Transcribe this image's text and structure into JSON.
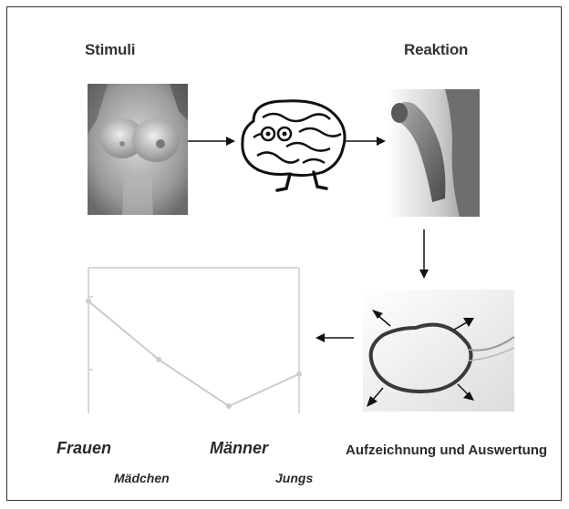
{
  "headings": {
    "stimuli": "Stimuli",
    "reaktion": "Reaktion"
  },
  "caption": "Aufzeichnung und Auswertung",
  "groups": {
    "frauen": "Frauen",
    "maenner": "Männer",
    "maedchen": "Mädchen",
    "jungs": "Jungs"
  },
  "colors": {
    "frame": "#333333",
    "arrow": "#111111",
    "plot_line": "#cccccc",
    "ring": "#3a3a3a"
  },
  "icons": [
    "brain-icon",
    "arrow-right-icon",
    "arrow-down-icon",
    "arrow-left-icon"
  ],
  "chart_data": {
    "type": "line",
    "categories": [
      "",
      "",
      "",
      ""
    ],
    "values": [
      0.77,
      0.37,
      0.05,
      0.27
    ],
    "ylim": [
      0,
      1
    ],
    "grid": false
  }
}
